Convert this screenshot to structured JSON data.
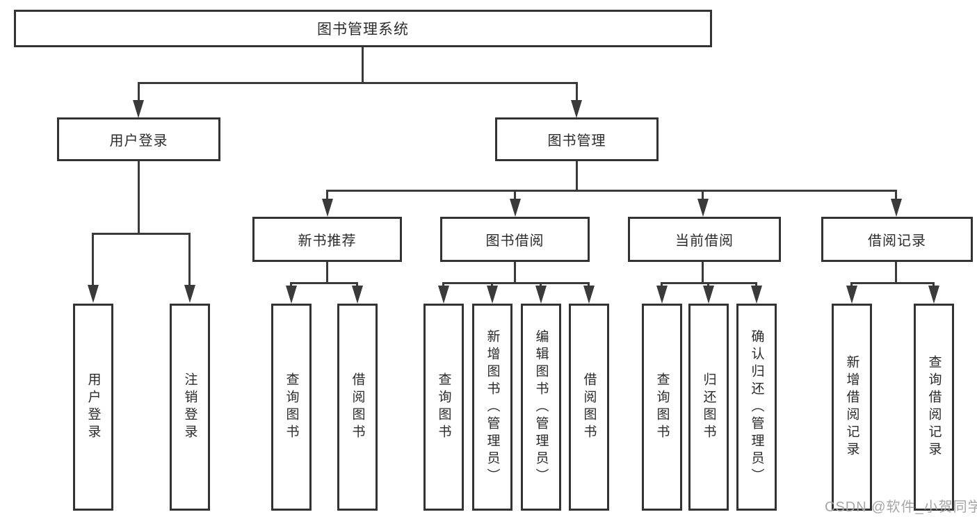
{
  "diagram": {
    "title": "图书管理系统",
    "root": {
      "label": "图书管理系统"
    },
    "level2": [
      {
        "label": "用户登录"
      },
      {
        "label": "图书管理"
      }
    ],
    "level3": [
      {
        "label": "新书推荐",
        "parent": "图书管理"
      },
      {
        "label": "图书借阅",
        "parent": "图书管理"
      },
      {
        "label": "当前借阅",
        "parent": "图书管理"
      },
      {
        "label": "借阅记录",
        "parent": "图书管理"
      }
    ],
    "leaves": [
      {
        "label": "用户登录",
        "parent": "用户登录"
      },
      {
        "label": "注销登录",
        "parent": "用户登录"
      },
      {
        "label": "查询图书",
        "parent": "新书推荐"
      },
      {
        "label": "借阅图书",
        "parent": "新书推荐"
      },
      {
        "label": "查询图书",
        "parent": "图书借阅"
      },
      {
        "label": "新增图书（管理员）",
        "parent": "图书借阅"
      },
      {
        "label": "编辑图书（管理员）",
        "parent": "图书借阅"
      },
      {
        "label": "借阅图书",
        "parent": "图书借阅"
      },
      {
        "label": "查询图书",
        "parent": "当前借阅"
      },
      {
        "label": "归还图书",
        "parent": "当前借阅"
      },
      {
        "label": "确认归还（管理员）",
        "parent": "当前借阅"
      },
      {
        "label": "新增借阅记录",
        "parent": "借阅记录"
      },
      {
        "label": "查询借阅记录",
        "parent": "借阅记录"
      }
    ]
  },
  "watermark": {
    "text": "CSDN @软件_小贺同学"
  },
  "colors": {
    "line": "#3a3a3a",
    "box_border": "#333333",
    "text": "#2b2b2b",
    "watermark": "#a6a6a6",
    "background": "#ffffff"
  }
}
